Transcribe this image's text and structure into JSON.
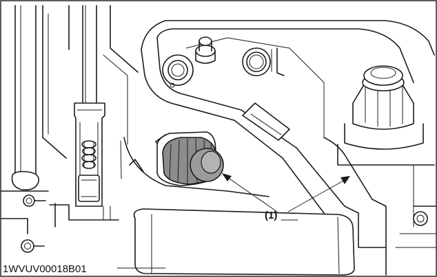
{
  "figure": {
    "callout_label": "(1)",
    "figure_code": "1WVUV00018B01"
  },
  "colors": {
    "line": "#1a1a1a",
    "background": "#ffffff",
    "highlight_part": "#8c8c8c",
    "highlight_cap": "#9a9a9a"
  },
  "parts": {
    "highlighted_part": "cap-indicated-by-callout-1"
  }
}
